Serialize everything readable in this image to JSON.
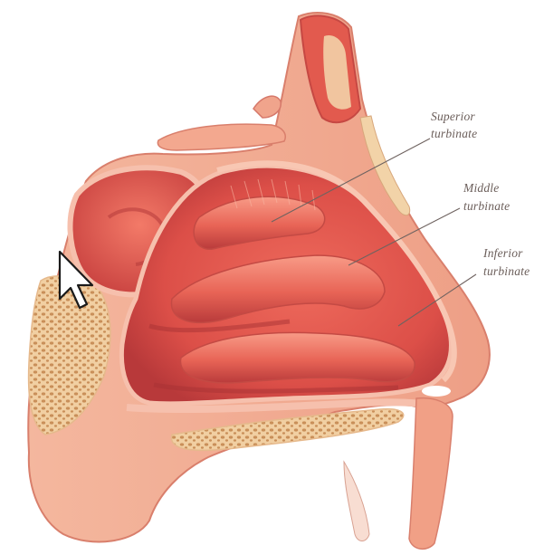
{
  "labels": {
    "superior": [
      "Superior",
      "turbinate"
    ],
    "middle": [
      "Middle",
      "turbinate"
    ],
    "inferior": [
      "Inferior",
      "turbinate"
    ]
  },
  "icons": {
    "cursor": "mouse-pointer-icon"
  },
  "colors": {
    "tissue": "#e5584f",
    "tissue_dark": "#b8393a",
    "tissue_light": "#f59a88",
    "skin": "#f3b59c",
    "bone": "#f2d3a8",
    "bone_dots": "#c9905a",
    "leader": "#6f6360"
  }
}
